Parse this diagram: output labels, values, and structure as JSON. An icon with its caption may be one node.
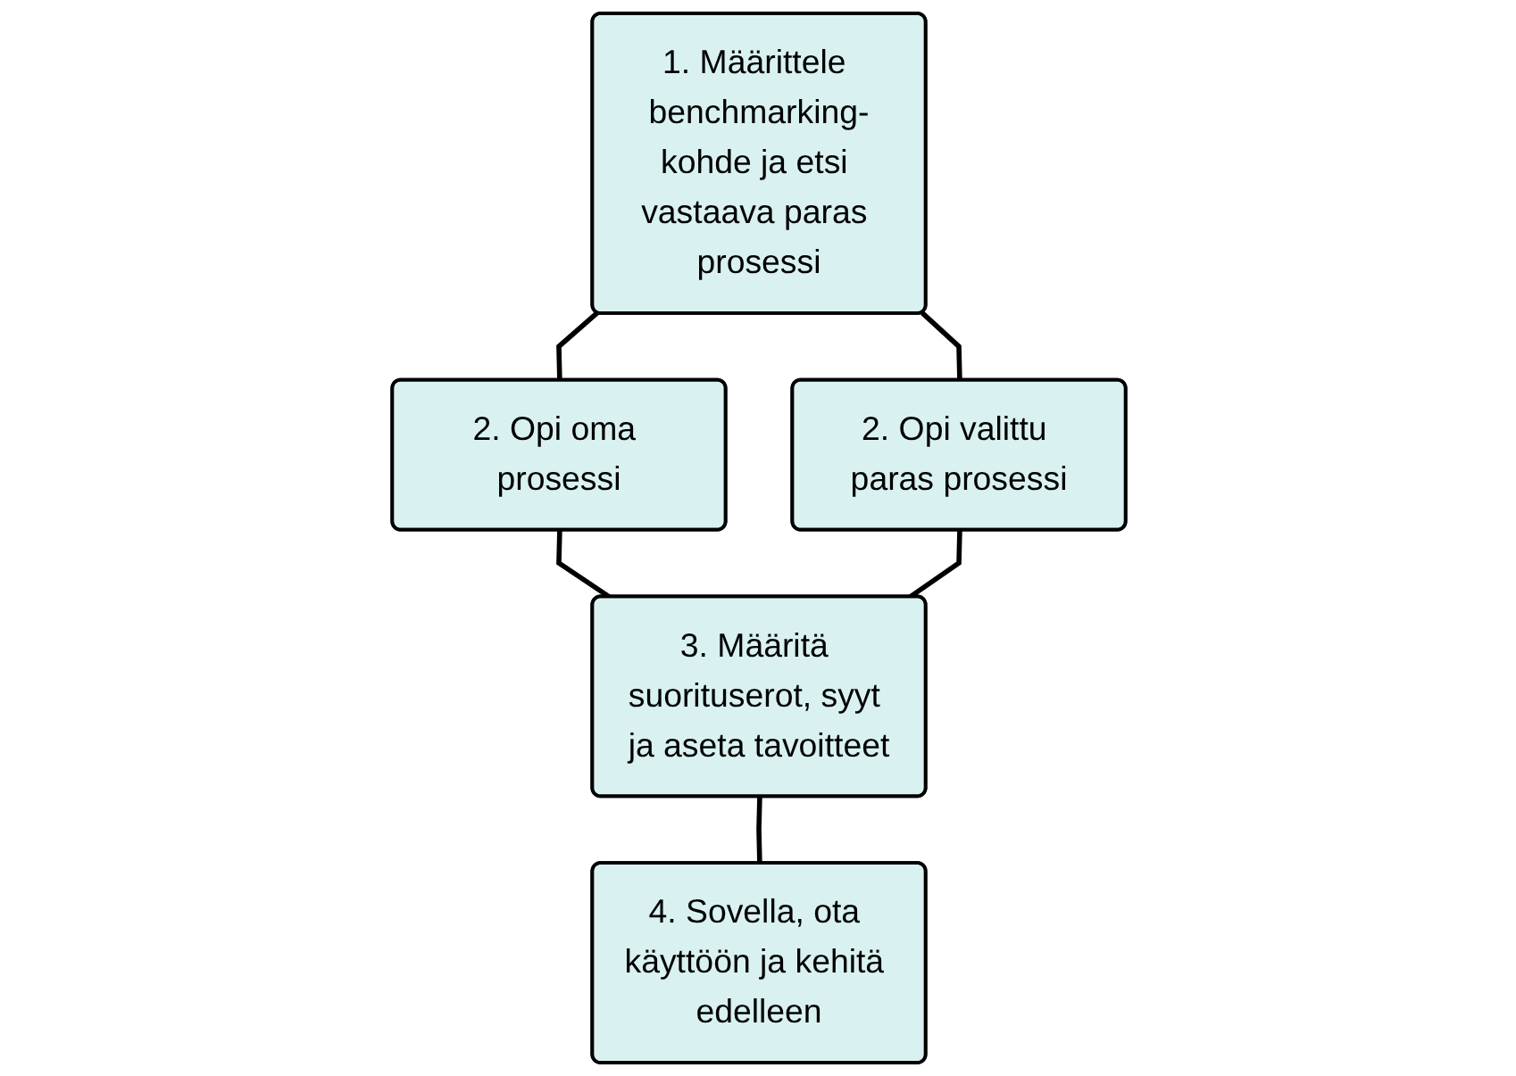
{
  "diagram": {
    "nodes": [
      {
        "text": [
          "1. Määrittele benchmarking-kohde ja etsi vastaava paras prosessi"
        ]
      },
      {
        "text": [
          "2. Opi oma prosessi"
        ]
      },
      {
        "text": [
          "3. Määritä suorituserot, syyt ja aseta tavoitteet"
        ]
      },
      {
        "text": [
          "2. Opi valittu paras prosessi"
        ]
      },
      {
        "text": [
          "4. Sovella, ota käyttöön ja kehitä edelleen"
        ]
      }
    ],
    "edges": [
      {
        "from": 0,
        "to": 1,
        "arrow": "none"
      },
      {
        "from": 0,
        "to": 3,
        "arrow": "none"
      },
      {
        "from": 1,
        "to": 2,
        "arrow": "none"
      },
      {
        "from": 3,
        "to": 2,
        "arrow": "none"
      },
      {
        "from": 2,
        "to": 4,
        "arrow": "none"
      }
    ]
  }
}
